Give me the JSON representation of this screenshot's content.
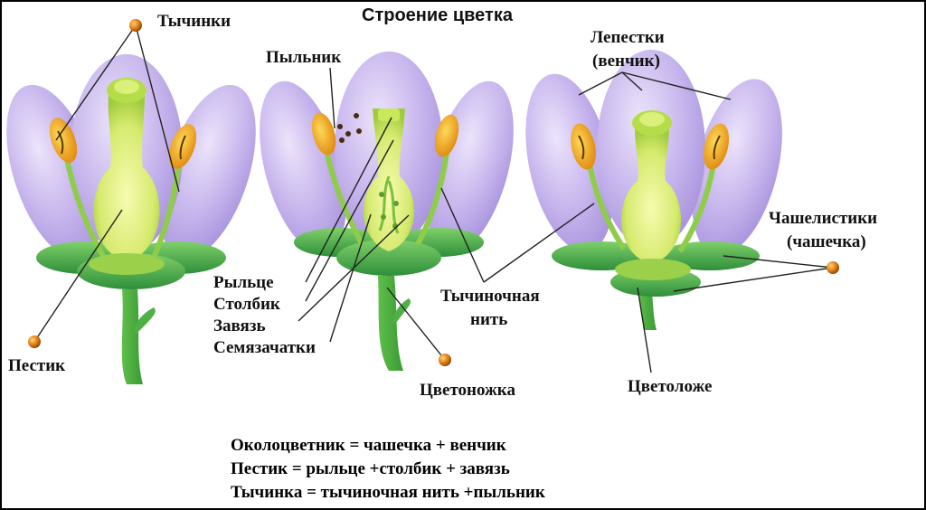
{
  "title": "Строение цветка",
  "labels": {
    "stamens": "Тычинки",
    "anther": "Пыльник",
    "petals": "Лепестки",
    "corolla": "(венчик)",
    "sepals": "Чашелистики",
    "calyx": "(чашечка)",
    "stigma": "Рыльце",
    "style": "Столбик",
    "ovary": "Завязь",
    "ovules": "Семязачатки",
    "filament_1": "Тычиночная",
    "filament_2": "нить",
    "pistil": "Пестик",
    "pedicel": "Цветоножка",
    "receptacle": "Цветоложе"
  },
  "formulas": [
    "Околоцветник = чашечка + венчик",
    "Пестик = рыльце +столбик + завязь",
    "Тычинка = тычиночная нить +пыльник"
  ],
  "colors": {
    "petal": "#c9b8ec",
    "sepal": "#3fa84a",
    "pistil": "#d8ec7a",
    "anther": "#f0a020"
  }
}
